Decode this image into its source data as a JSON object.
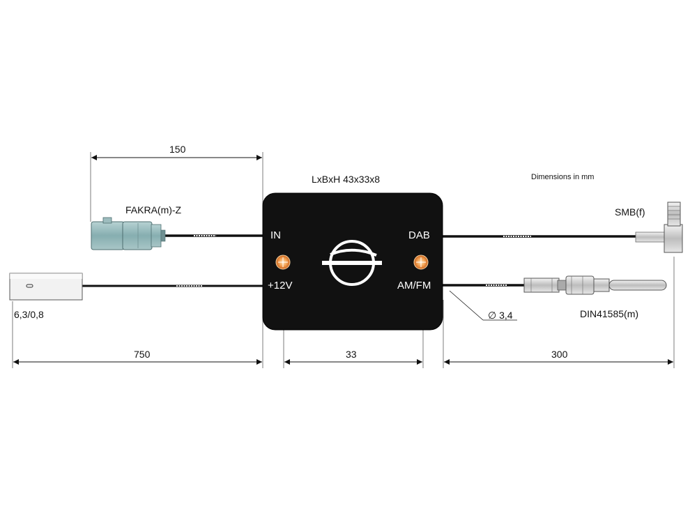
{
  "labels": {
    "dim_top": "150",
    "box_size": "LxBxH 43x33x8",
    "units_note": "Dimensions in mm",
    "fakra": "FAKRA(m)-Z",
    "smb": "SMB(f)",
    "in": "IN",
    "dab": "DAB",
    "plus12v": "+12V",
    "amfm": "AM/FM",
    "power_plug": "6,3/0,8",
    "cable_diameter": "∅ 3,4",
    "din": "DIN41585(m)",
    "dim_left": "750",
    "dim_mid": "33",
    "dim_right": "300"
  },
  "colors": {
    "box": "#111111",
    "fakra_body": "#8fb3b5",
    "led": "#e07a2a",
    "cable": "#111111",
    "metal": "#c9c9c9"
  },
  "icons": [
    "manufacturer-logo-icon",
    "led-indicator-icon"
  ]
}
